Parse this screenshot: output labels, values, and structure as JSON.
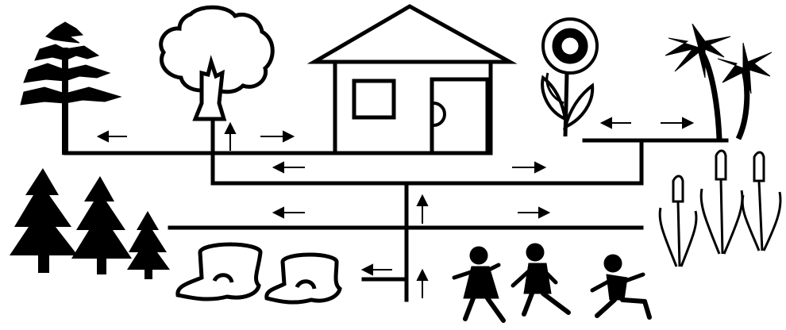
{
  "diagram": {
    "colors": {
      "ink": "#000000",
      "paper": "#ffffff"
    },
    "pictures": [
      "pine-tree-icon",
      "deciduous-tree-icon",
      "house-icon",
      "sunflower-icon",
      "palm-trees-icon",
      "fir-trees-icon",
      "tree-stump-icon",
      "cattails-icon",
      "running-children-icon"
    ],
    "arrow_directions": [
      "left",
      "up",
      "right",
      "left",
      "right",
      "left-right",
      "left",
      "up",
      "right",
      "left",
      "up"
    ]
  }
}
